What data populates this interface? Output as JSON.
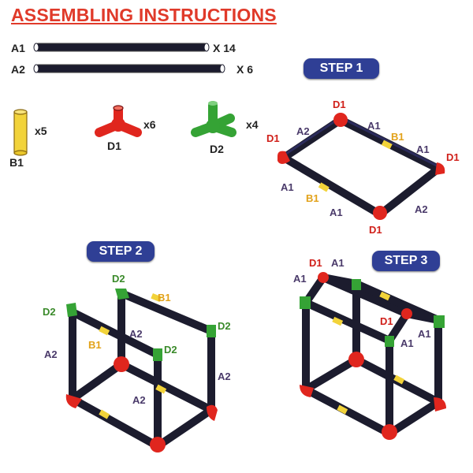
{
  "title": "ASSEMBLING INSTRUCTIONS",
  "parts": {
    "a1": {
      "name": "A1",
      "qty": "X 14"
    },
    "a2": {
      "name": "A2",
      "qty": "X 6"
    },
    "b1": {
      "name": "B1",
      "qty": "x5"
    },
    "d1": {
      "name": "D1",
      "qty": "x6"
    },
    "d2": {
      "name": "D2",
      "qty": "x4"
    }
  },
  "steps": {
    "step1": "STEP 1",
    "step2": "STEP 2",
    "step3": "STEP 3"
  },
  "step1_labels": {
    "d1": "D1",
    "a1": "A1",
    "a2": "A2",
    "b1": "B1"
  },
  "step2_labels": {
    "d2": "D2",
    "a2": "A2",
    "b1": "B1"
  },
  "step3_labels": {
    "d1": "D1",
    "a1": "A1"
  },
  "colors": {
    "tube": "#1c1c2e",
    "d1": "#e0261e",
    "d2": "#35a335",
    "b1": "#f2d33a",
    "badge": "#2f3f95",
    "title": "#e03a2a"
  }
}
